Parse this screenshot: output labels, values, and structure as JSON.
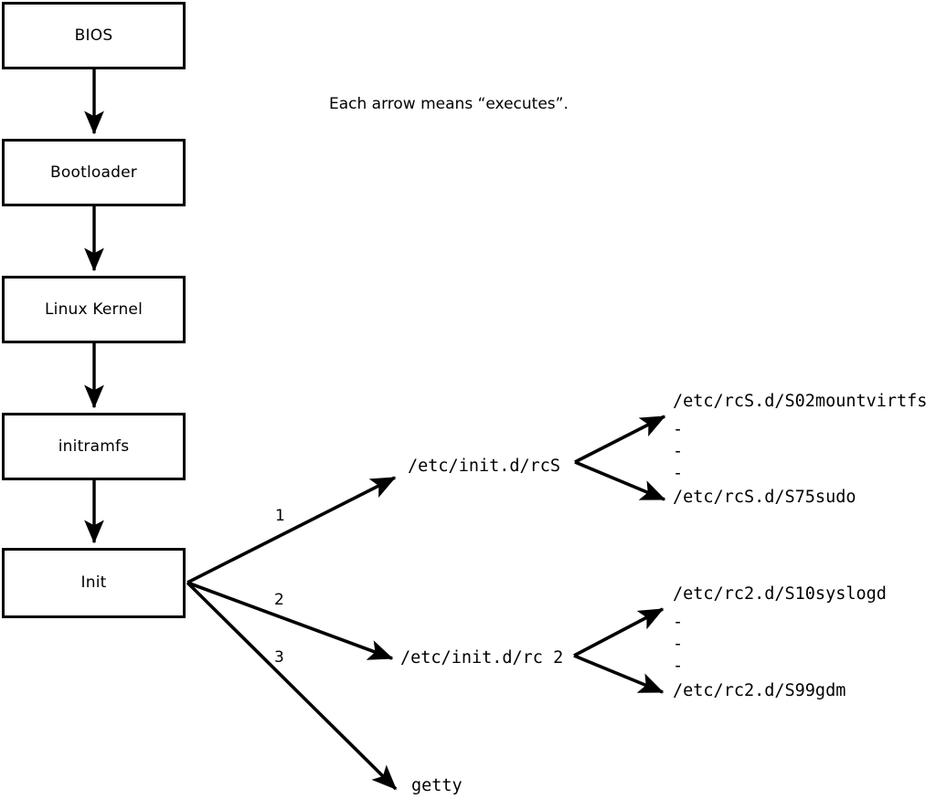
{
  "diagram": {
    "caption": "Each arrow means “executes”.",
    "boot_chain": [
      {
        "id": "bios",
        "label": "BIOS"
      },
      {
        "id": "bootloader",
        "label": "Bootloader"
      },
      {
        "id": "kernel",
        "label": "Linux Kernel"
      },
      {
        "id": "initramfs",
        "label": "initramfs"
      },
      {
        "id": "init",
        "label": "Init"
      }
    ],
    "init_branches": [
      {
        "number": "1",
        "label": "/etc/init.d/rcS"
      },
      {
        "number": "2",
        "label": "/etc/init.d/rc 2"
      },
      {
        "number": "3",
        "label": "getty"
      }
    ],
    "rcs_scripts": {
      "first": "/etc/rcS.d/S02mountvirtfs",
      "ellipsis": [
        "-",
        "-",
        "-"
      ],
      "last": "/etc/rcS.d/S75sudo"
    },
    "rc2_scripts": {
      "first": "/etc/rc2.d/S10syslogd",
      "ellipsis": [
        "-",
        "-",
        "-"
      ],
      "last": "/etc/rc2.d/S99gdm"
    },
    "colors": {
      "stroke": "#000000",
      "fill": "#ffffff",
      "text": "#000000"
    }
  }
}
